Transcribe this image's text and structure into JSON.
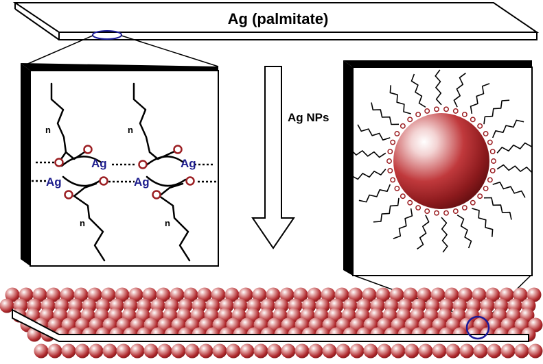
{
  "top_strip": {
    "label": "Ag (palmitate)"
  },
  "arrow": {
    "label": "Ag NPs"
  },
  "left_panel": {
    "atom_labels": [
      "Ag",
      "Ag",
      "Ag",
      "Ag"
    ],
    "repeat_labels": [
      "n",
      "n",
      "n",
      "n"
    ]
  },
  "colors": {
    "silver_label": "#1c1c8c",
    "oxygen": "#9b1e22",
    "nanoparticle": "#b02a2e",
    "highlight_ring": "#1a1a99"
  },
  "icons": [
    "silver-nanoparticle-sphere",
    "oxygen-atom",
    "alkyl-chain",
    "highlight-ellipse"
  ]
}
